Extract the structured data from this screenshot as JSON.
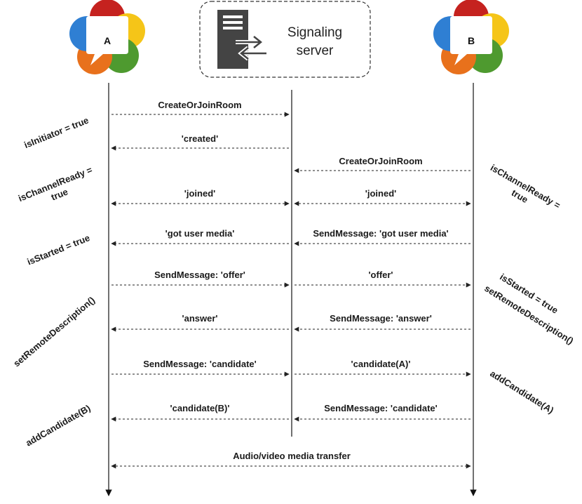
{
  "participants": {
    "a": {
      "label": "A",
      "icon": "webrtc-logo-icon"
    },
    "server": {
      "line1": "Signaling",
      "line2": "server",
      "icon": "server-icon"
    },
    "b": {
      "label": "B",
      "icon": "webrtc-logo-icon"
    }
  },
  "colors": {
    "red": "#c5221f",
    "yellow": "#f5c518",
    "green": "#4e9a2f",
    "orange": "#e8711c",
    "blue": "#2f7fd3",
    "server_icon": "#444444"
  },
  "messages": {
    "a_create": "CreateOrJoinRoom",
    "s_created": "'created'",
    "b_create": "CreateOrJoinRoom",
    "joined_a": "'joined'",
    "joined_b": "'joined'",
    "gum_a": "'got user media'",
    "gum_b": "SendMessage: 'got user media'",
    "offer_send": "SendMessage: 'offer'",
    "offer_fwd": "'offer'",
    "answer_a": "'answer'",
    "answer_send": "SendMessage: 'answer'",
    "cand_a_send": "SendMessage: 'candidate'",
    "cand_a_fwd": "'candidate(A)'",
    "cand_b_fwd": "'candidate(B)'",
    "cand_b_send": "SendMessage: 'candidate'",
    "media": "Audio/video media transfer"
  },
  "side_notes": {
    "a_initiator": "isInitiator = true",
    "a_channel_1": "isChannelReady =",
    "a_channel_2": "true",
    "a_started": "isStarted = true",
    "a_remote": "setRemoteDescription()",
    "a_addcand": "addCandidate(B)",
    "b_channel_1": "isChannelReady =",
    "b_channel_2": "true",
    "b_started": "isStarted = true",
    "b_remote": "setRemoteDescription()",
    "b_addcand": "addCandidate(A)"
  }
}
